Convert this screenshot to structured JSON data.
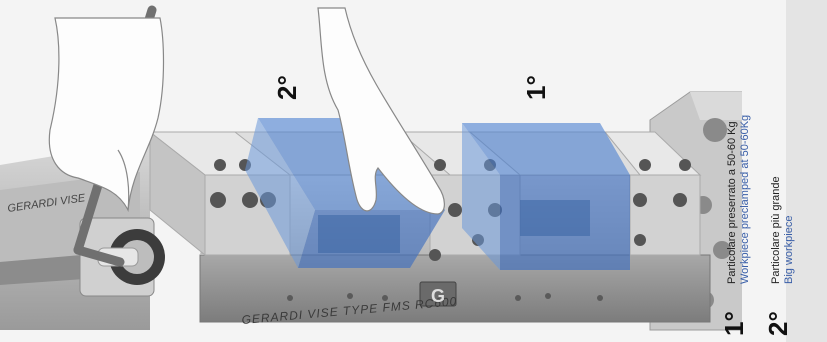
{
  "markers": {
    "second": "2°",
    "first": "1°"
  },
  "vise_engraving": "GERARDI VISE TYPE FMS RC600",
  "vise_engraving_side": "GERARDI VISE",
  "logo_letter": "G",
  "legend": [
    {
      "number": "1°",
      "italian": "Particolare preserrato a 50-60 Kg",
      "english": "Workpiece preclamped at 50-60Kg"
    },
    {
      "number": "2°",
      "italian": "Particolare più grande",
      "english": "Big workpiece"
    }
  ],
  "colors": {
    "workpiece_blue": "#4a7fd0",
    "vise_gray": "#cfcfcf",
    "legend_english": "#3a5fa8"
  }
}
